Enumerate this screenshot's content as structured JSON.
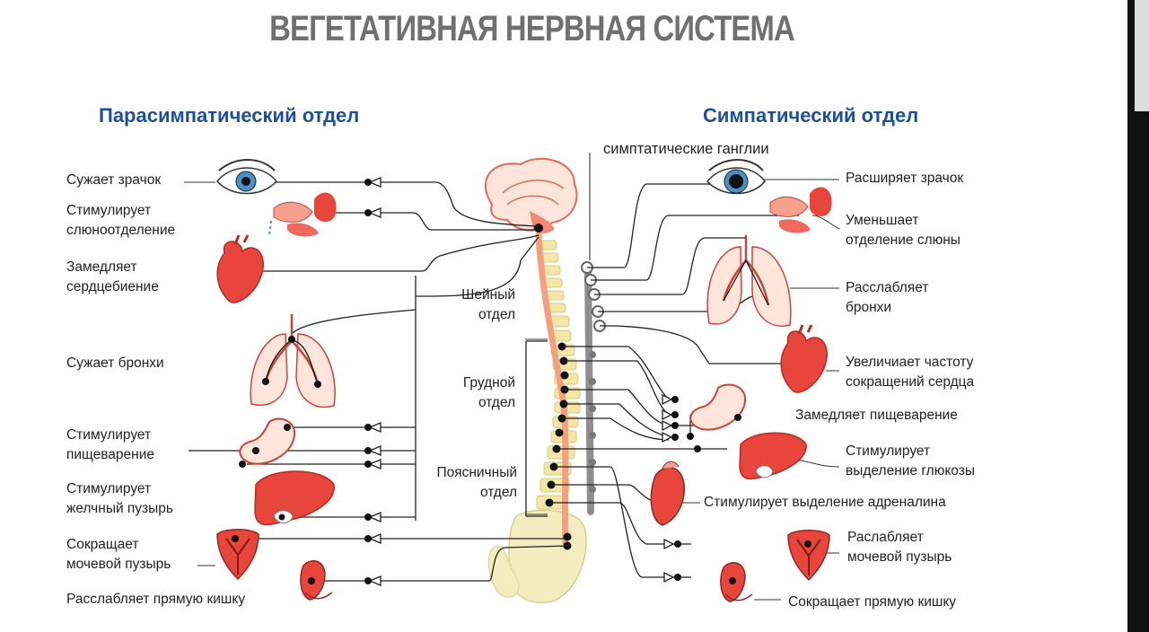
{
  "title": "ВЕГЕТАТИВНАЯ НЕРВНАЯ СИСТЕМА",
  "parasympathetic": {
    "heading": "Парасимпатический отдел",
    "effects": [
      [
        "Сужает зрачок"
      ],
      [
        "Стимулирует",
        "слюноотделение"
      ],
      [
        "Замедляет",
        "сердцебиение"
      ],
      [
        "Сужает бронхи"
      ],
      [
        "Стимулирует",
        "пищеварение"
      ],
      [
        "Стимулирует",
        "желчный пузырь"
      ],
      [
        "Сокращает",
        "мочевой пузырь"
      ],
      [
        "Расслабляет прямую кишку"
      ]
    ]
  },
  "sympathetic": {
    "heading": "Симпатический отдел",
    "ganglia_label": "симптатические ганглии",
    "effects": [
      [
        "Расширяет зрачок"
      ],
      [
        "Уменьшает",
        "отделение слюны"
      ],
      [
        "Расслабляет",
        "бронхи"
      ],
      [
        "Увеличиает частоту",
        "сокращений сердца"
      ],
      [
        "Замедляет пищеварение"
      ],
      [
        "Стимулирует",
        "выделение глюкозы"
      ],
      [
        "Стимулирует выделение адреналина"
      ],
      [
        "Раслабляет",
        "мочевой пузырь"
      ],
      [
        "Сокращает прямую кишку"
      ]
    ]
  },
  "spine_regions": [
    [
      "Шейный",
      "отдел"
    ],
    [
      "Грудной",
      "отдел"
    ],
    [
      "Поясничный",
      "отдел"
    ]
  ],
  "colors": {
    "title": "#707070",
    "heading": "#1d4f9a",
    "organ": "#e8453c",
    "spinal_cord": "#f4a07e",
    "vertebra": "#f2e7a8",
    "ganglia": "#8e8e8e",
    "line": "#222222"
  }
}
